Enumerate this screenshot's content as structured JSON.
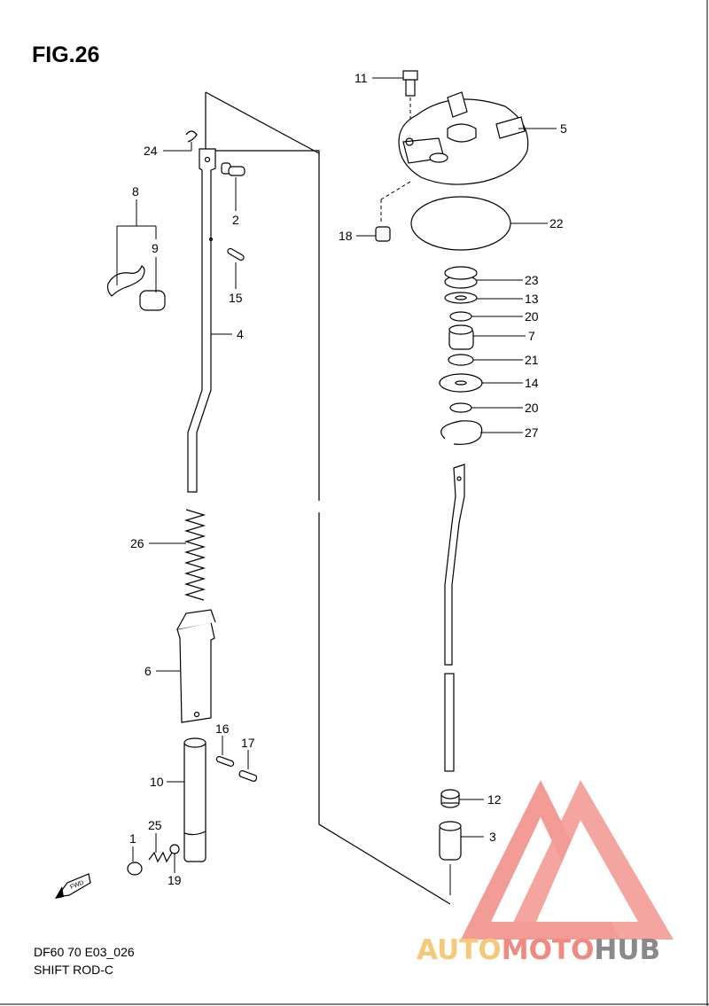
{
  "figure": {
    "title": "FIG.26",
    "model_code": "DF60 70 E03_026",
    "section_name": "SHIFT ROD-C"
  },
  "callouts": [
    {
      "id": "c11",
      "label": "11"
    },
    {
      "id": "c5",
      "label": "5"
    },
    {
      "id": "c24",
      "label": "24"
    },
    {
      "id": "c8",
      "label": "8"
    },
    {
      "id": "c9",
      "label": "9"
    },
    {
      "id": "c2",
      "label": "2"
    },
    {
      "id": "c15",
      "label": "15"
    },
    {
      "id": "c4",
      "label": "4"
    },
    {
      "id": "c18",
      "label": "18"
    },
    {
      "id": "c22",
      "label": "22"
    },
    {
      "id": "c23",
      "label": "23"
    },
    {
      "id": "c13",
      "label": "13"
    },
    {
      "id": "c20a",
      "label": "20"
    },
    {
      "id": "c7",
      "label": "7"
    },
    {
      "id": "c21",
      "label": "21"
    },
    {
      "id": "c14",
      "label": "14"
    },
    {
      "id": "c20b",
      "label": "20"
    },
    {
      "id": "c27",
      "label": "27"
    },
    {
      "id": "c26",
      "label": "26"
    },
    {
      "id": "c6",
      "label": "6"
    },
    {
      "id": "c16",
      "label": "16"
    },
    {
      "id": "c17",
      "label": "17"
    },
    {
      "id": "c10",
      "label": "10"
    },
    {
      "id": "c12",
      "label": "12"
    },
    {
      "id": "c3",
      "label": "3"
    },
    {
      "id": "c25",
      "label": "25"
    },
    {
      "id": "c1",
      "label": "1"
    },
    {
      "id": "c19",
      "label": "19"
    }
  ],
  "fwd_marker": {
    "label": "FWD",
    "icon": "fwd-arrow-icon"
  },
  "watermark": {
    "text_part1": "AUTO",
    "text_part2": "MOTO",
    "text_part3": "HUB",
    "color_light": "#f5c97a",
    "color_main": "#f08a80",
    "color_dark": "#8a8a8a",
    "logo_color": "#f07a72"
  }
}
